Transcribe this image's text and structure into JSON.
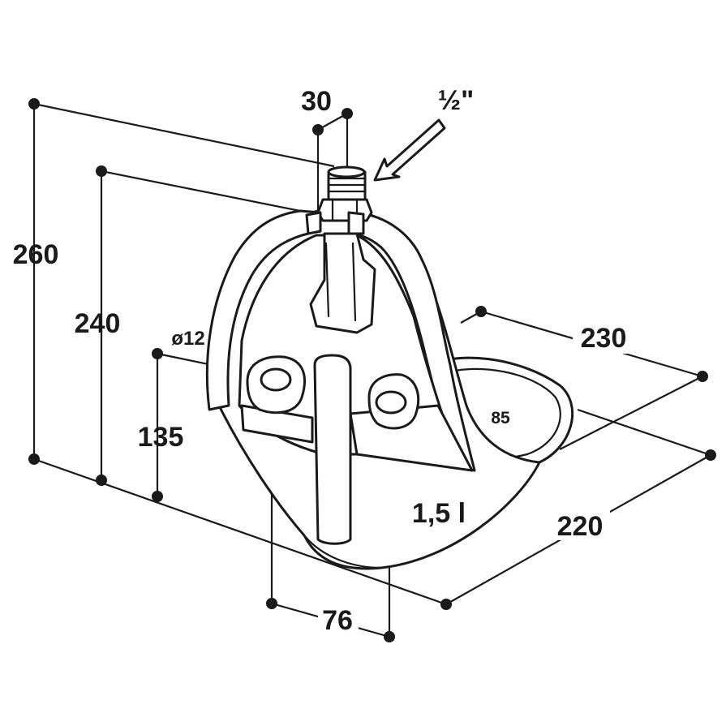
{
  "dimensions": {
    "overall_height": "260",
    "bowl_height": "240",
    "inlet_height": "135",
    "hole_diameter": "ø12",
    "thread_width": "30",
    "thread_size": "½\"",
    "depth": "230",
    "bowl_depth": "85",
    "width": "220",
    "hole_spacing": "76",
    "capacity": "1,5 l"
  }
}
